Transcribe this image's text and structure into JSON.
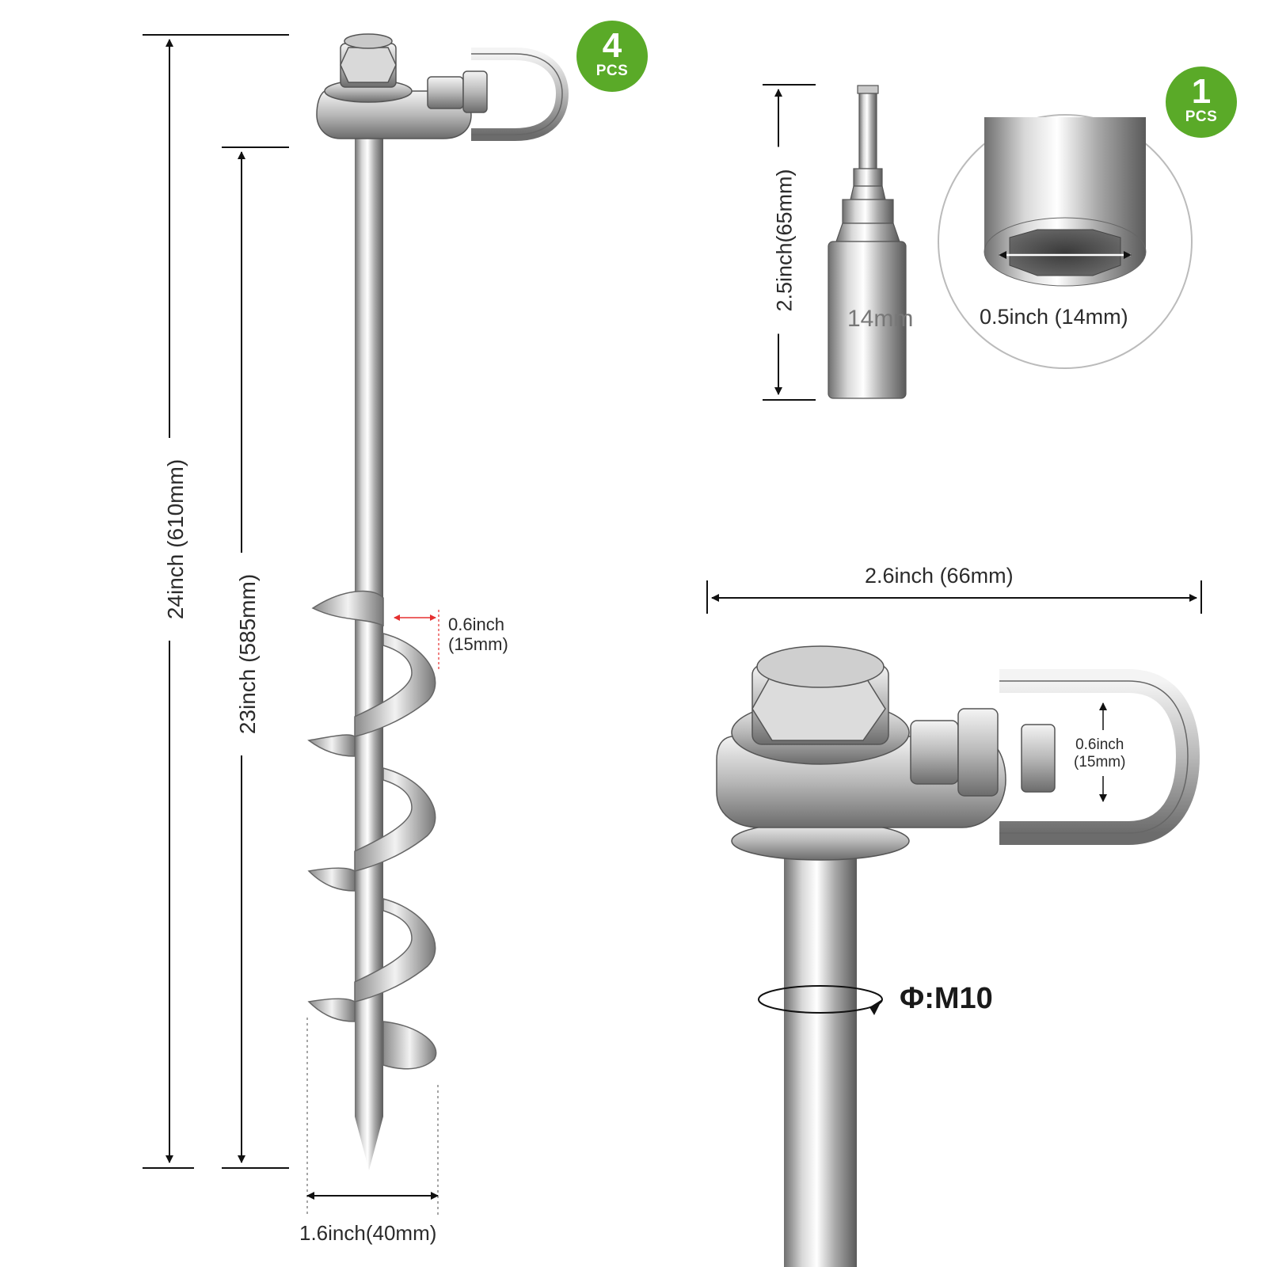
{
  "badges": {
    "anchor_count": "4",
    "socket_count": "1",
    "unit": "PCS"
  },
  "dimensions": {
    "total_length": "24inch (610mm)",
    "screw_length": "23inch (585mm)",
    "helix_pitch": "0.6inch",
    "helix_pitch_mm": "(15mm)",
    "helix_diameter": "1.6inch(40mm)",
    "socket_length": "2.5inch(65mm)",
    "socket_size": "0.5inch (14mm)",
    "socket_marking": "14mm",
    "head_width": "2.6inch (66mm)",
    "swivel_opening": "0.6inch",
    "swivel_opening_mm": "(15mm)",
    "rod_thread": "Φ:M10"
  },
  "colors": {
    "badge_green": "#5aaa28",
    "metal_light": "#eeeeee",
    "metal_dark": "#7a7a7a",
    "pitch_marker": "#e53030"
  }
}
